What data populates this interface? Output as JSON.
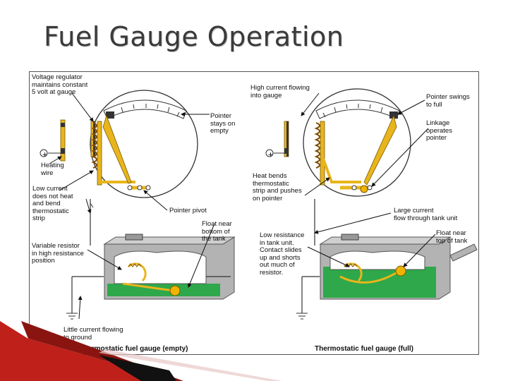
{
  "title": "Fuel Gauge Operation",
  "left_panel": {
    "caption": "Thermostatic fuel gauge (empty)",
    "labels": {
      "voltage_regulator": "Voltage regulator\nmaintains constant\n5 volt at gauge",
      "pointer_stays": "Pointer\nstays on\nempty",
      "heating_wire": "Heating\nwire",
      "low_current": "Low current\ndoes not heat\nand bend\nthermostatic\nstrip",
      "pointer_pivot": "Pointer pivot",
      "float_bottom": "Float near\nbottom of\nthe tank",
      "variable_resistor": "Variable resistor\nin high resistance\nposition",
      "little_current": "Little current flowing\nto ground",
      "plus_sign": "+"
    }
  },
  "right_panel": {
    "caption": "Thermostatic fuel gauge (full)",
    "labels": {
      "high_current": "High current flowing\ninto gauge",
      "pointer_swings": "Pointer swings\nto full",
      "linkage": "Linkage\noperates\npointer",
      "heat_bends": "Heat bends\nthermostatic\nstrip and pushes\non pointer",
      "large_current": "Large current\nflow through tank unit",
      "low_resistance": "Low resistance\nin tank unit.\nContact slides\nup and shorts\nout much of\nresistor.",
      "float_top": "Float near\ntop of tank",
      "plus_sign": "+"
    }
  },
  "colors": {
    "strip": "#e8b51c",
    "fuel": "#2ea84a",
    "tank": "#b3b3b3",
    "title": "#3a3a3a"
  }
}
